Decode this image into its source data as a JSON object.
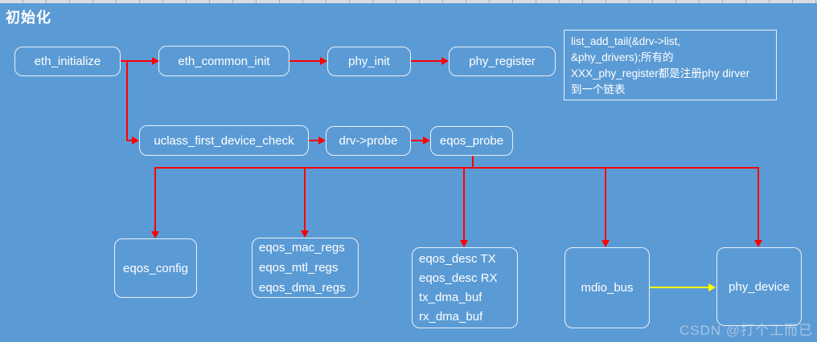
{
  "title": "初始化",
  "colors": {
    "background": "#5b9bd5",
    "box_border": "#e9f0f8",
    "box_text": "#ffffff",
    "connector_red": "#ff0000",
    "connector_yellow": "#ffff00"
  },
  "nodes": {
    "eth_initialize": {
      "label": "eth_initialize"
    },
    "eth_common_init": {
      "label": "eth_common_init"
    },
    "phy_init": {
      "label": "phy_init"
    },
    "phy_register": {
      "label": "phy_register"
    },
    "uclass_first_device_check": {
      "label": "uclass_first_device_check"
    },
    "drv_probe": {
      "label": "drv->probe"
    },
    "eqos_probe": {
      "label": "eqos_probe"
    },
    "eqos_config": {
      "label": "eqos_config"
    },
    "eqos_regs": {
      "lines": [
        "eqos_mac_regs",
        "eqos_mtl_regs",
        "eqos_dma_regs"
      ]
    },
    "eqos_desc": {
      "lines": [
        "eqos_desc TX",
        "eqos_desc RX",
        "tx_dma_buf",
        "rx_dma_buf"
      ]
    },
    "mdio_bus": {
      "label": "mdio_bus"
    },
    "phy_device": {
      "label": "phy_device"
    }
  },
  "note": {
    "lines": [
      "list_add_tail(&drv->list,",
      "&phy_drivers);所有的",
      "XXX_phy_register都是注册phy dirver",
      "到一个链表"
    ]
  },
  "watermark": "CSDN @打个工而已"
}
